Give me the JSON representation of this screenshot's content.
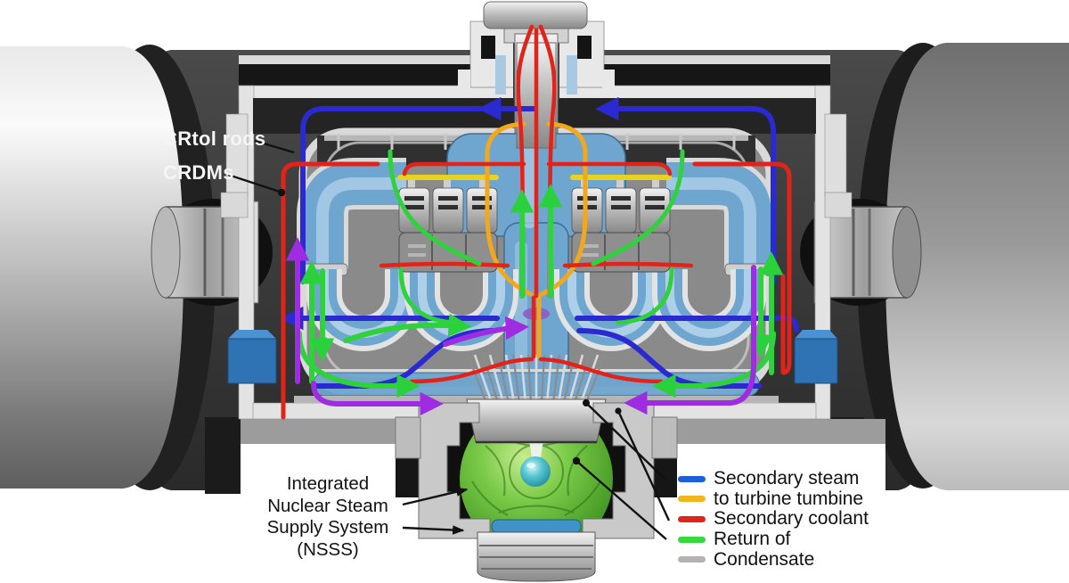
{
  "palette": {
    "flow-blue": "#2b2ad0",
    "flow-yellow": "#f2a81d",
    "flow-red": "#e2231a",
    "flow-green": "#2fd13c",
    "flow-purple": "#9e2ce0",
    "flow-gray": "#c9c9c9",
    "vessel-blue": "#6fa6cf",
    "vessel-blue-light": "#aecfe8",
    "sphere-green": "#5cb335",
    "core-teal": "#2fa9bc"
  },
  "annotations": {
    "control_rods_label": "CRtol rods",
    "crdms_label": "CRDMs",
    "nsss_label_lines": [
      "Integrated",
      "Nuclear Steam",
      "Supply System",
      "(NSSS)"
    ]
  },
  "legend": {
    "items": [
      {
        "label": "Secondary steam",
        "color": "#1d5fd6"
      },
      {
        "label": "to turbine tumbine",
        "color": "#f2b51e"
      },
      {
        "label": "Secondary coolant",
        "color": "#e2231a"
      },
      {
        "label": "Return of",
        "color": "#35d93c"
      },
      {
        "label": "Condensate",
        "color": "#b3b3b3"
      }
    ]
  }
}
